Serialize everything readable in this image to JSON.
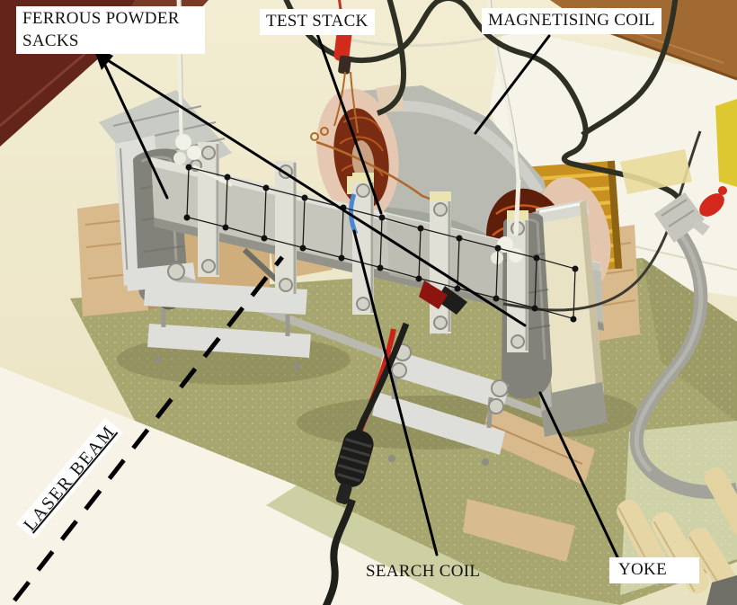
{
  "figure": {
    "labels": {
      "ferrous_powder_sacks": "FERROUS POWDER SACKS",
      "test_stack": "TEST STACK",
      "magnetising_coil": "MAGNETISING COIL",
      "search_coil": "SEARCH COIL",
      "yoke": "YOKE",
      "laser_beam": "LASER BEAM"
    }
  },
  "colors": {
    "label_text": "#141414",
    "label_bg": "#ffffff",
    "annotation_line": "#000000",
    "table": "#efe9cc",
    "board_green": "#a8a66f",
    "board_bevel": "#cdd0a2",
    "wood": "#d8ba8c",
    "aluminium": "#dededa",
    "sack_grey": "#82817a",
    "copper": "#7a2c12",
    "cable_black": "#2e3024",
    "cable_grey": "#a3a39b",
    "wire_red": "#cc2318",
    "resistor_gold": "#c89020",
    "string_white": "#f0efe4"
  }
}
